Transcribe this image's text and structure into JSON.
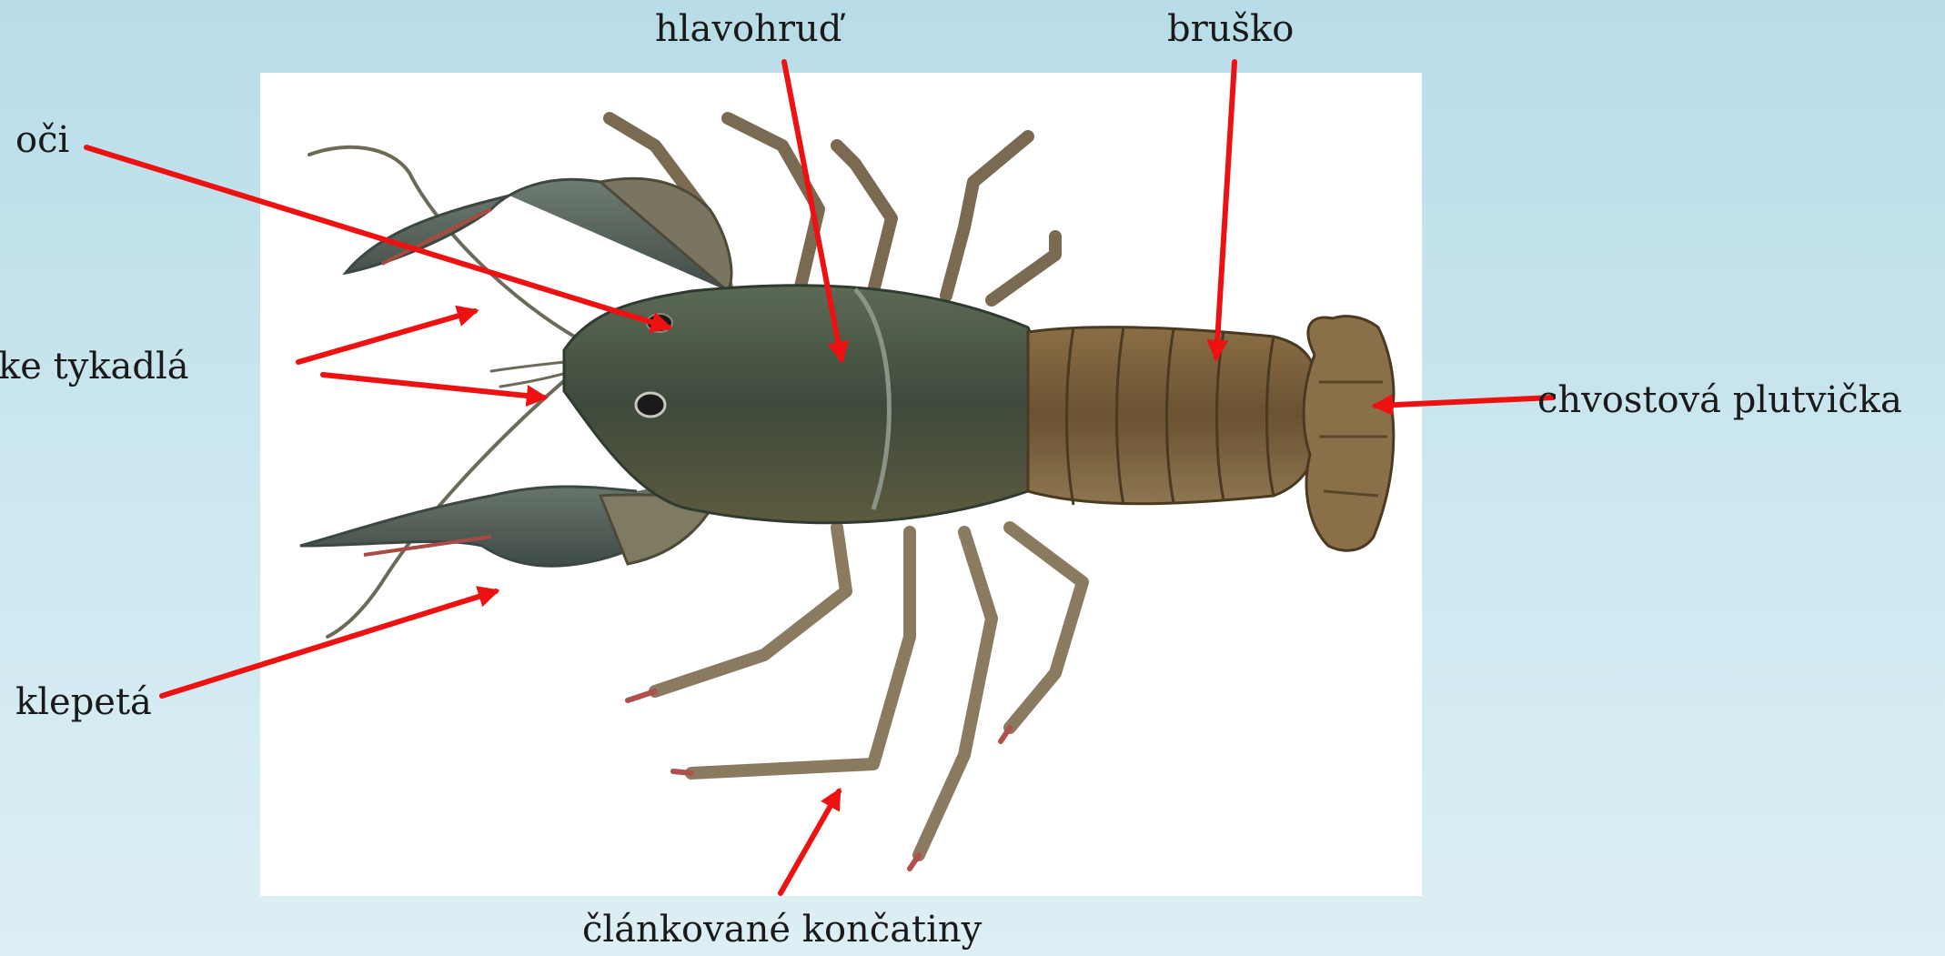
{
  "labels": {
    "oci": "oči",
    "tykadla": "ke tykadlá",
    "klepeta": "klepetá",
    "hlavohrud": "hlavohruď",
    "brusko": "bruško",
    "chvost": "chvostová plutvička",
    "koncatiny": "článkované končatiny"
  },
  "colors": {
    "arrow": "#ee1111",
    "background_top": "#b8dde8",
    "background_bottom": "#ddeff5",
    "panel": "#ffffff"
  }
}
